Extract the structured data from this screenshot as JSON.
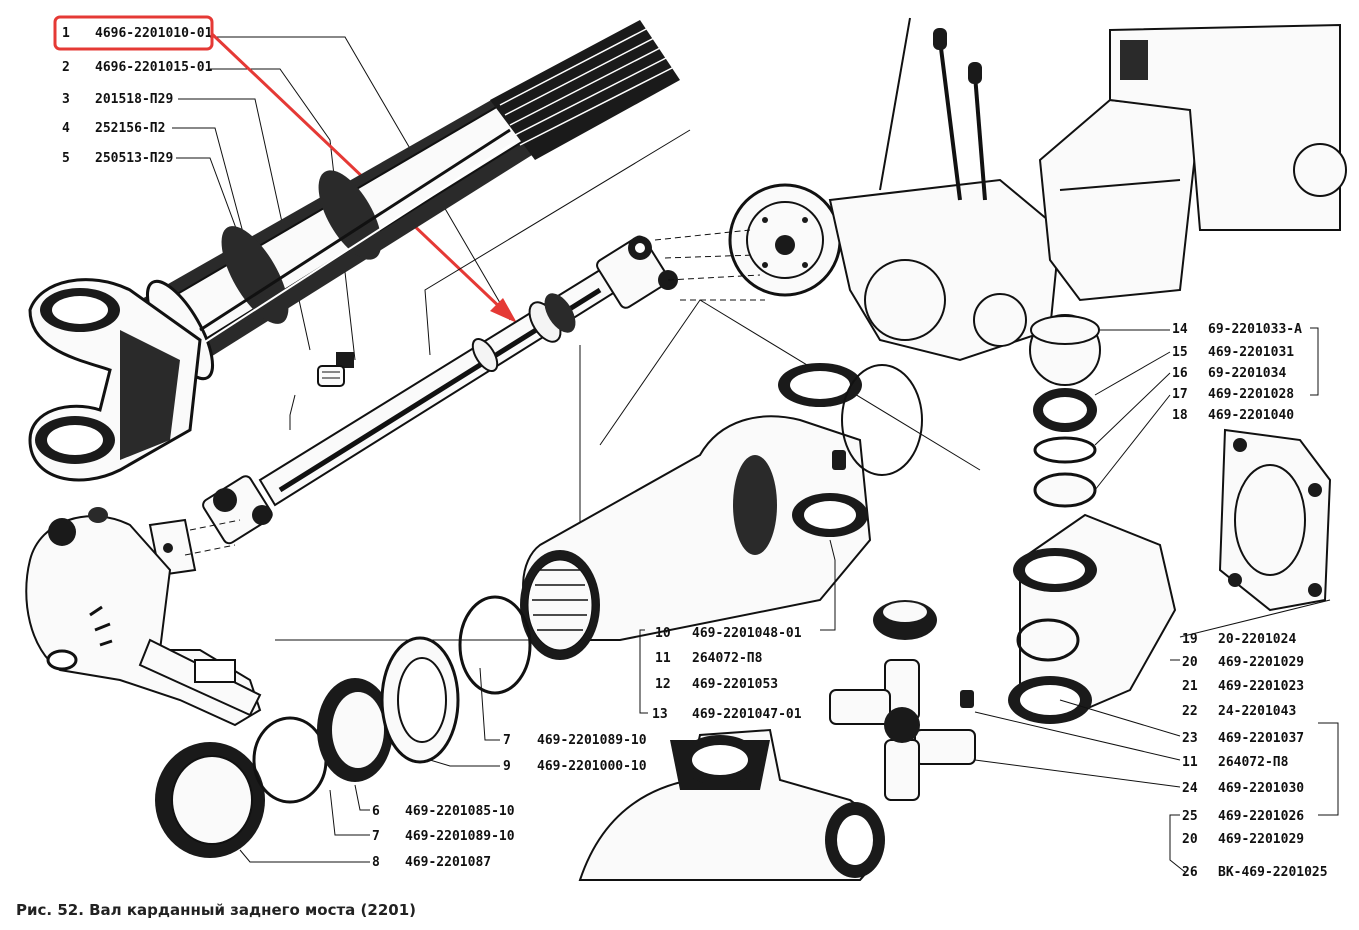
{
  "caption": "Рис. 52. Вал карданный заднего моста (2201)",
  "highlight_color": "#e53935",
  "callouts_left": [
    {
      "num": "1",
      "part": "4696-2201010-01"
    },
    {
      "num": "2",
      "part": "4696-2201015-01"
    },
    {
      "num": "3",
      "part": "201518-П29"
    },
    {
      "num": "4",
      "part": "252156-П2"
    },
    {
      "num": "5",
      "part": "250513-П29"
    }
  ],
  "callouts_right": [
    {
      "num": "14",
      "part": "69-2201033-А"
    },
    {
      "num": "15",
      "part": "469-2201031"
    },
    {
      "num": "16",
      "part": "69-2201034"
    },
    {
      "num": "17",
      "part": "469-2201028"
    },
    {
      "num": "18",
      "part": "469-2201040"
    },
    {
      "num": "19",
      "part": "20-2201024"
    },
    {
      "num": "20",
      "part": "469-2201029"
    },
    {
      "num": "21",
      "part": "469-2201023"
    },
    {
      "num": "22",
      "part": "24-2201043"
    },
    {
      "num": "23",
      "part": "469-2201037"
    },
    {
      "num": "11",
      "part": "264072-П8"
    },
    {
      "num": "24",
      "part": "469-2201030"
    },
    {
      "num": "25",
      "part": "469-2201026"
    },
    {
      "num": "20",
      "part": "469-2201029"
    },
    {
      "num": "26",
      "part": "ВК-469-2201025"
    }
  ],
  "callouts_mid": [
    {
      "num": "10",
      "part": "469-2201048-01"
    },
    {
      "num": "11",
      "part": "264072-П8"
    },
    {
      "num": "12",
      "part": "469-2201053"
    },
    {
      "num": "13",
      "part": "469-2201047-01"
    }
  ],
  "callouts_bottom": [
    {
      "num": "7",
      "part": "469-2201089-10"
    },
    {
      "num": "9",
      "part": "469-2201000-10"
    },
    {
      "num": "6",
      "part": "469-2201085-10"
    },
    {
      "num": "7",
      "part": "469-2201089-10"
    },
    {
      "num": "8",
      "part": "469-2201087"
    }
  ]
}
